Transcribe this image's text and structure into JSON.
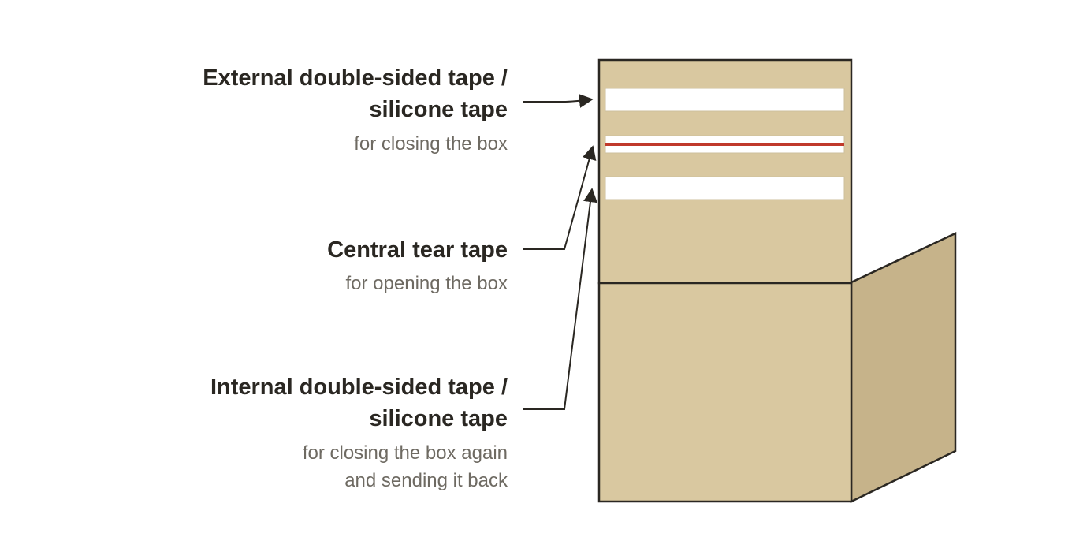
{
  "labels": {
    "external": {
      "title_line1": "External double-sided tape /",
      "title_line2": "silicone tape",
      "subtitle_line1": "for closing the box"
    },
    "central": {
      "title_line1": "Central tear tape",
      "subtitle_line1": "for opening the box"
    },
    "internal": {
      "title_line1": "Internal double-sided tape /",
      "title_line2": "silicone tape",
      "subtitle_line1": "for closing the box again",
      "subtitle_line2": "and sending it back"
    }
  },
  "colors": {
    "cardboard_front": "#d9c8a0",
    "cardboard_side": "#c6b38a",
    "outline": "#2a2722",
    "tape_white": "#ffffff",
    "tear_tape_red": "#c0392b",
    "title_text": "#2a2722",
    "subtitle_text": "#6e6a62"
  }
}
